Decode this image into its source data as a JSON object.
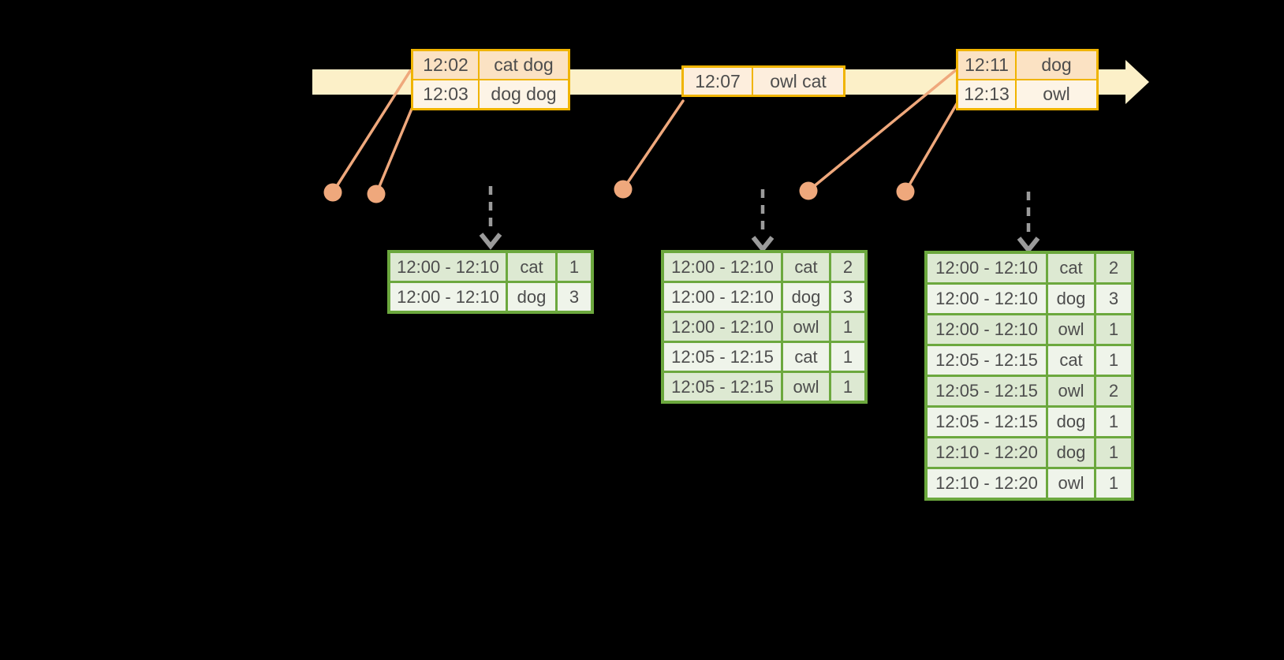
{
  "colors": {
    "background": "#000000",
    "timeline_fill": "#fcf0c8",
    "event_box_border": "#f0b400",
    "event_row_dark": "#fbe2c3",
    "event_row_light": "#fdf4e6",
    "event_row_mid": "#fdeedd",
    "connector_orange": "#efa87c",
    "trigger_arrow_gray": "#9b9b9b",
    "result_table_border": "#6ca83e",
    "result_row_dark": "#dde9d2",
    "result_row_light": "#eff4ea",
    "text": "#4d4d4d"
  },
  "timeline": {
    "event_groups": [
      {
        "rows": [
          {
            "time": "12:02",
            "words": "cat dog"
          },
          {
            "time": "12:03",
            "words": "dog dog"
          }
        ]
      },
      {
        "rows": [
          {
            "time": "12:07",
            "words": "owl cat"
          }
        ]
      },
      {
        "rows": [
          {
            "time": "12:11",
            "words": "dog"
          },
          {
            "time": "12:13",
            "words": "owl"
          }
        ]
      }
    ]
  },
  "result_tables": [
    {
      "rows": [
        {
          "window": "12:00 - 12:10",
          "word": "cat",
          "count": "1"
        },
        {
          "window": "12:00 - 12:10",
          "word": "dog",
          "count": "3"
        }
      ]
    },
    {
      "rows": [
        {
          "window": "12:00 - 12:10",
          "word": "cat",
          "count": "2"
        },
        {
          "window": "12:00 - 12:10",
          "word": "dog",
          "count": "3"
        },
        {
          "window": "12:00 - 12:10",
          "word": "owl",
          "count": "1"
        },
        {
          "window": "12:05 - 12:15",
          "word": "cat",
          "count": "1"
        },
        {
          "window": "12:05 - 12:15",
          "word": "owl",
          "count": "1"
        }
      ]
    },
    {
      "rows": [
        {
          "window": "12:00 - 12:10",
          "word": "cat",
          "count": "2"
        },
        {
          "window": "12:00 - 12:10",
          "word": "dog",
          "count": "3"
        },
        {
          "window": "12:00 - 12:10",
          "word": "owl",
          "count": "1"
        },
        {
          "window": "12:05 - 12:15",
          "word": "cat",
          "count": "1"
        },
        {
          "window": "12:05 - 12:15",
          "word": "owl",
          "count": "2"
        },
        {
          "window": "12:05 - 12:15",
          "word": "dog",
          "count": "1"
        },
        {
          "window": "12:10 - 12:20",
          "word": "dog",
          "count": "1"
        },
        {
          "window": "12:10 - 12:20",
          "word": "owl",
          "count": "1"
        }
      ]
    }
  ]
}
